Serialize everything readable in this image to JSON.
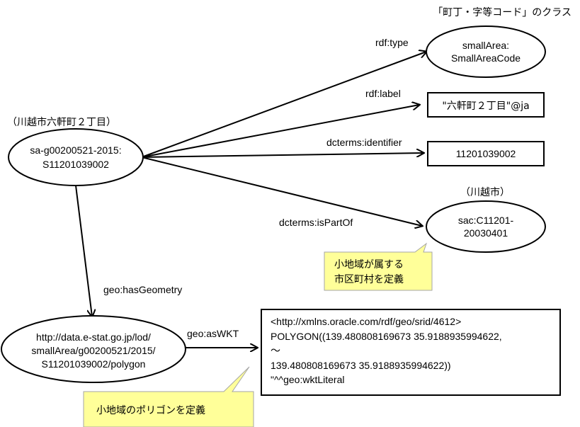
{
  "class_caption": "「町丁・字等コード」のクラス",
  "subject_caption": "（川越市六軒町２丁目）",
  "city_caption": "（川越市）",
  "nodes": {
    "subject": {
      "line1": "sa-g00200521-2015:",
      "line2": "S11201039002"
    },
    "type_value": {
      "line1": "smallArea:",
      "line2": "SmallAreaCode"
    },
    "label_value": "\"六軒町２丁目\"@ja",
    "identifier_value": "11201039002",
    "part_of_value": {
      "line1": "sac:C11201-",
      "line2": "20030401"
    },
    "geometry": {
      "line1": "http://data.e-stat.go.jp/lod/",
      "line2": "smallArea/g00200521/2015/",
      "line3": "S11201039002/polygon"
    },
    "wkt_value": {
      "line1": "<http://xmlns.oracle.com/rdf/geo/srid/4612>",
      "line2": "POLYGON((139.480808169673 35.9188935994622,",
      "line3": "～",
      "line4": "139.480808169673 35.9188935994622))",
      "line5": "\"^^geo:wktLiteral"
    }
  },
  "edges": {
    "type": "rdf:type",
    "label": "rdf:label",
    "identifier": "dcterms:identifier",
    "part_of": "dcterms:isPartOf",
    "has_geometry": "geo:hasGeometry",
    "as_wkt": "geo:asWKT"
  },
  "callouts": {
    "city": {
      "line1": "小地域が属する",
      "line2": "市区町村を定義"
    },
    "polygon": "小地域のポリゴンを定義"
  },
  "colors": {
    "callout_fill": "#ffff99",
    "callout_border": "#a6a6a6",
    "stroke": "#000000"
  }
}
